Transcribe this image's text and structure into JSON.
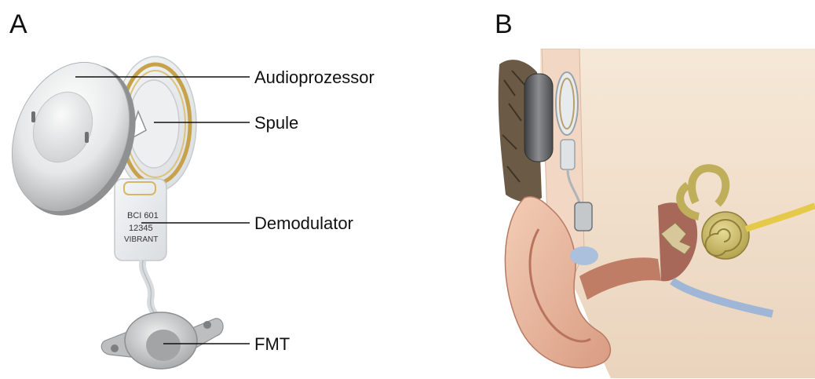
{
  "panels": [
    {
      "letter": "A"
    },
    {
      "letter": "B"
    }
  ],
  "device_labels": {
    "audioprocessor": "Audioprozessor",
    "coil": "Spule",
    "demodulator": "Demodulator",
    "fmt": "FMT"
  },
  "implant_print": {
    "line1": "BCI 601",
    "line2": "12345",
    "line3": "VIBRANT"
  }
}
